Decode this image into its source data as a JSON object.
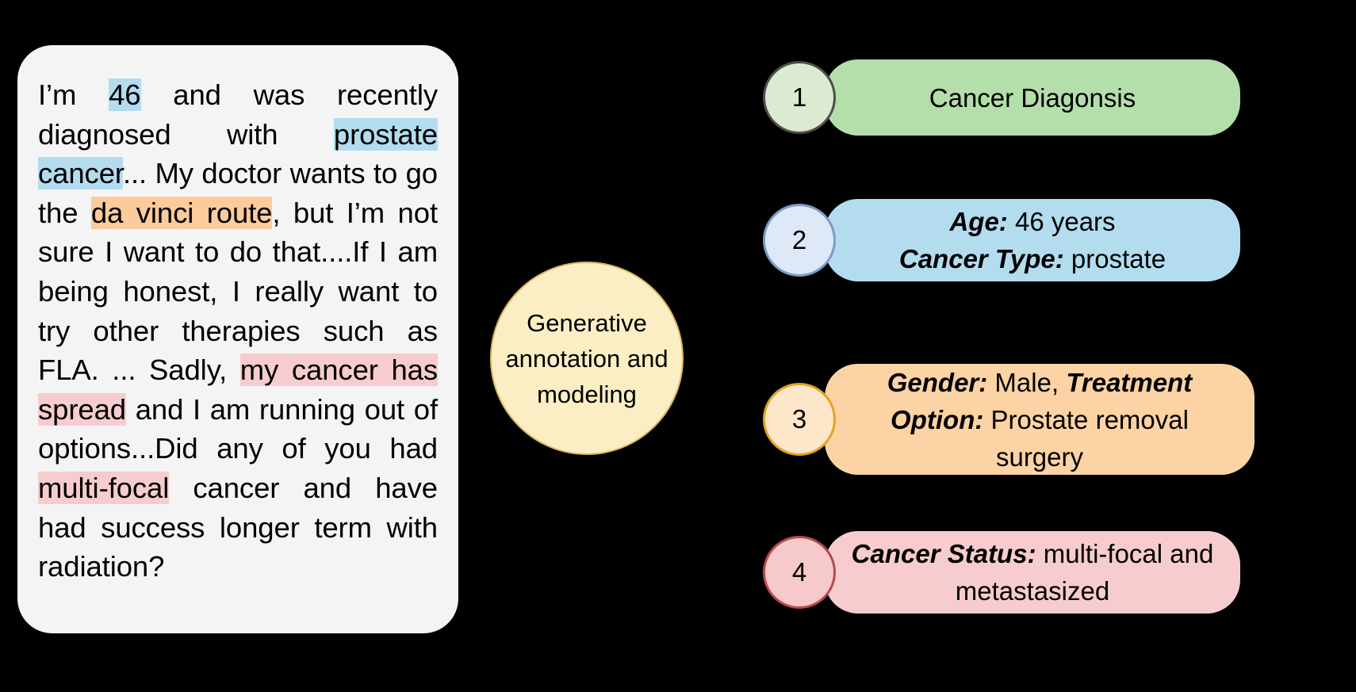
{
  "post": {
    "segments": [
      {
        "text": "I’m ",
        "highlight": "none"
      },
      {
        "text": "46",
        "highlight": "blue"
      },
      {
        "text": " and was recently diagnosed with ",
        "highlight": "none"
      },
      {
        "text": "prostate cancer",
        "highlight": "blue"
      },
      {
        "text": "... My doctor wants to go the ",
        "highlight": "none"
      },
      {
        "text": "da vinci route",
        "highlight": "orange"
      },
      {
        "text": ", but I’m not sure I want to do that....If I am being honest, I really want to try other therapies such as FLA. ... Sadly, ",
        "highlight": "none"
      },
      {
        "text": "my cancer has spread",
        "highlight": "pink"
      },
      {
        "text": " and I am running out of options...Did any of you had ",
        "highlight": "none"
      },
      {
        "text": "multi-focal",
        "highlight": "pink"
      },
      {
        "text": " cancer and have had success longer term with radiation?",
        "highlight": "none"
      }
    ],
    "full_text": "I’m 46 and was recently diagnosed with prostate cancer... My doctor wants to go the da vinci route, but I’m not sure I want to do that....If I am being honest, I really want to try other therapies such as FLA. ... Sadly, my cancer has spread and I am running out of options...Did any of you had multi-focal cancer and have had success longer term with radiation?"
  },
  "process": {
    "label": "Generative annotation and modeling"
  },
  "outputs": [
    {
      "number": "1",
      "lines": [
        [
          {
            "text": "Cancer Diagonsis",
            "style": "normal"
          }
        ]
      ],
      "fill": "#b4deaa",
      "badge_fill": "#dbead0",
      "badge_border": "#4d4d4d"
    },
    {
      "number": "2",
      "lines": [
        [
          {
            "text": "Age:",
            "style": "bold-italic"
          },
          {
            "text": " 46 years",
            "style": "normal"
          }
        ],
        [
          {
            "text": "Cancer Type:",
            "style": "bold-italic"
          },
          {
            "text": " prostate",
            "style": "normal"
          }
        ]
      ],
      "fill": "#b3dcef",
      "badge_fill": "#dfe8f7",
      "badge_border": "#7b9bc7"
    },
    {
      "number": "3",
      "lines": [
        [
          {
            "text": "Gender:",
            "style": "bold-italic"
          },
          {
            "text": " Male, ",
            "style": "normal"
          },
          {
            "text": "Treatment",
            "style": "bold-italic"
          }
        ],
        [
          {
            "text": "Option:",
            "style": "bold-italic"
          },
          {
            "text": " Prostate removal",
            "style": "normal"
          }
        ],
        [
          {
            "text": "surgery",
            "style": "normal"
          }
        ]
      ],
      "fill": "#fbd3a4",
      "badge_fill": "#fde6ca",
      "badge_border": "#e0a422"
    },
    {
      "number": "4",
      "lines": [
        [
          {
            "text": "Cancer Status:",
            "style": "bold-italic"
          },
          {
            "text": " multi-focal and",
            "style": "normal"
          }
        ],
        [
          {
            "text": "metastasized",
            "style": "normal"
          }
        ]
      ],
      "fill": "#f6ccce",
      "badge_fill": "#f6c9cb",
      "badge_border": "#b8494c"
    }
  ],
  "colors": {
    "background": "#000000",
    "post_card": "#f4f4f4",
    "highlight_blue": "#b3dcef",
    "highlight_orange": "#fbcb9c",
    "highlight_pink": "#f6ccce",
    "process_fill": "#fbeec4",
    "process_border": "#d9b760"
  }
}
